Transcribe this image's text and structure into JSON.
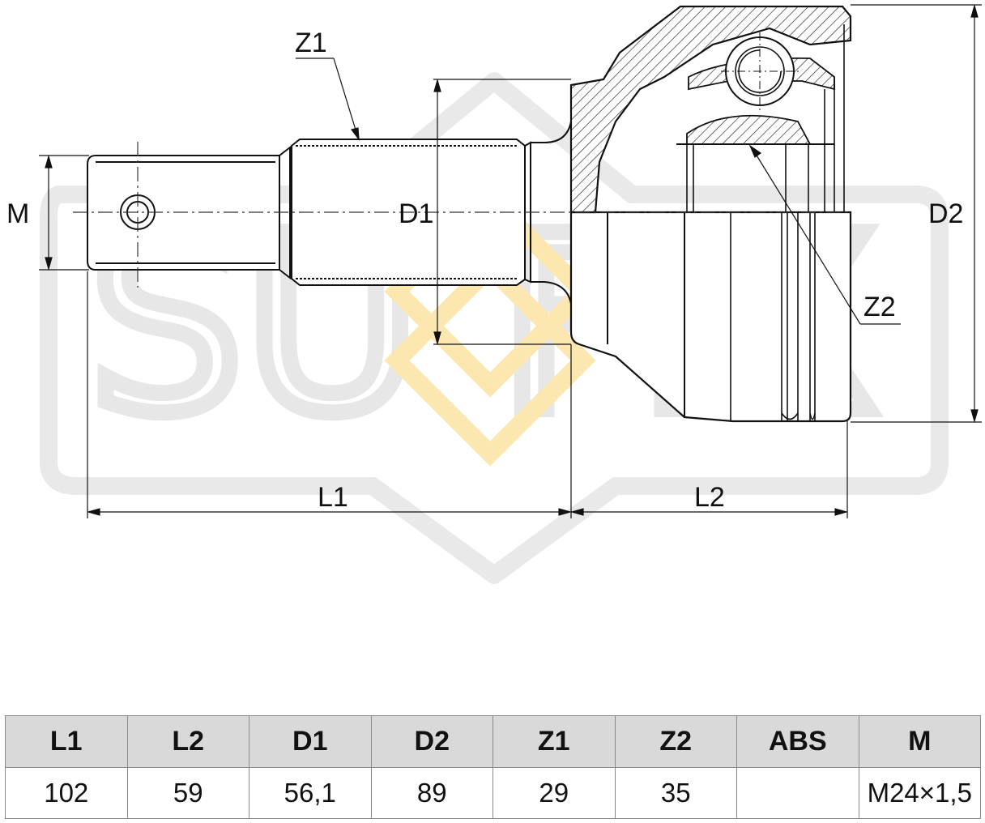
{
  "labels": {
    "m": "M",
    "d1": "D1",
    "d2": "D2",
    "z1": "Z1",
    "z2": "Z2",
    "l1": "L1",
    "l2": "L2"
  },
  "watermark": {
    "text": "SU FIX",
    "accent_color": "#fde7b0"
  },
  "spec_table": {
    "headers": [
      "L1",
      "L2",
      "D1",
      "D2",
      "Z1",
      "Z2",
      "ABS",
      "M"
    ],
    "values": [
      "102",
      "59",
      "56,1",
      "89",
      "29",
      "35",
      "",
      "M24×1,5"
    ]
  }
}
